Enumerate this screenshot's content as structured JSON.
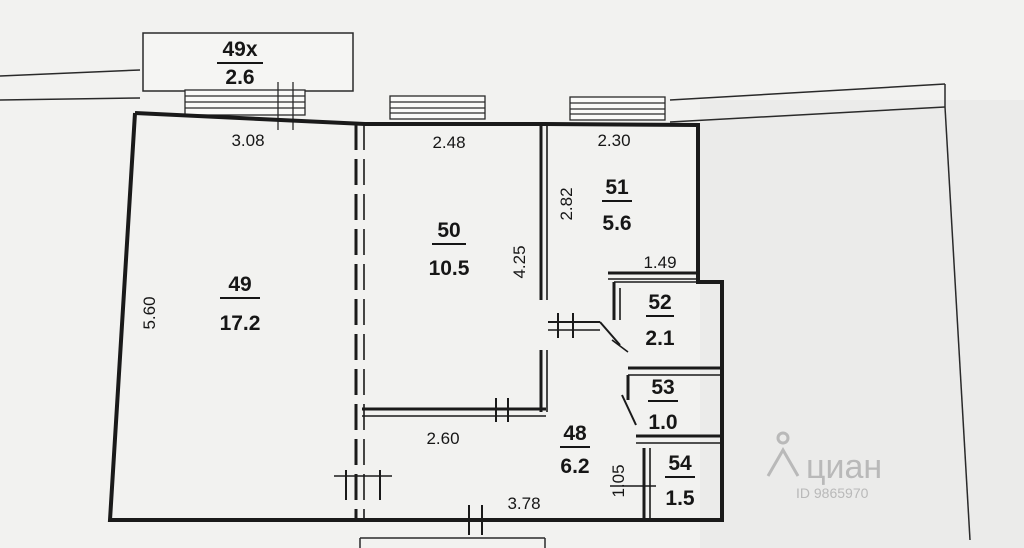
{
  "rooms": [
    {
      "id": "49x",
      "number": "49х",
      "area": "2.6"
    },
    {
      "id": "49",
      "number": "49",
      "area": "17.2"
    },
    {
      "id": "50",
      "number": "50",
      "area": "10.5"
    },
    {
      "id": "51",
      "number": "51",
      "area": "5.6"
    },
    {
      "id": "52",
      "number": "52",
      "area": "2.1"
    },
    {
      "id": "53",
      "number": "53",
      "area": "1.0"
    },
    {
      "id": "48",
      "number": "48",
      "area": "6.2"
    },
    {
      "id": "54",
      "number": "54",
      "area": "1.5"
    }
  ],
  "dimensions": {
    "top_room49": "3.08",
    "top_room50": "2.48",
    "top_room51": "2.30",
    "left_height": "5.60",
    "room50_height": "4.25",
    "room51_height": "2.82",
    "room52_width": "1.49",
    "corridor_width": "2.60",
    "bottom_width": "3.78",
    "room54_height": "1.05"
  },
  "watermark": {
    "brand": "циан",
    "id_text": "ID 9865970"
  },
  "colors": {
    "wall": "#1a1a1a",
    "paper": "#f2f2f0",
    "watermark": "#b9b9b9"
  }
}
